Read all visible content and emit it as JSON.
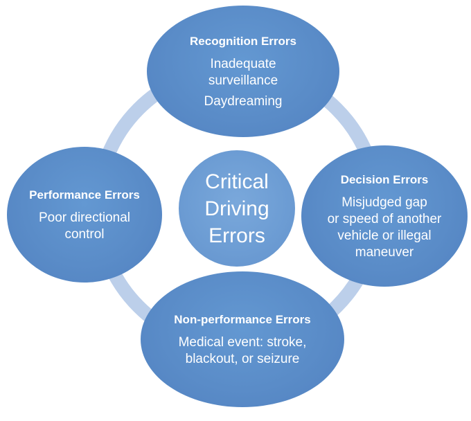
{
  "colors": {
    "satellite_node_fill": "#5a8cc8",
    "center_node_fill": "#6d9dd4",
    "connector_ring": "#bccfea",
    "text": "#ffffff",
    "background": "#ffffff"
  },
  "nodes": {
    "center": {
      "lines": [
        "Critical",
        "Driving",
        "Errors"
      ]
    },
    "recognition": {
      "heading": "Recognition Errors",
      "lines": [
        "Inadequate",
        "surveillance",
        "Daydreaming"
      ]
    },
    "decision": {
      "heading": "Decision Errors",
      "lines": [
        "Misjudged gap",
        "or speed of another",
        "vehicle or illegal",
        "maneuver"
      ]
    },
    "performance": {
      "heading": "Performance Errors",
      "lines": [
        "Poor directional",
        "control"
      ]
    },
    "nonperformance": {
      "heading": "Non-performance Errors",
      "lines": [
        "Medical event: stroke,",
        "blackout, or seizure"
      ]
    }
  }
}
